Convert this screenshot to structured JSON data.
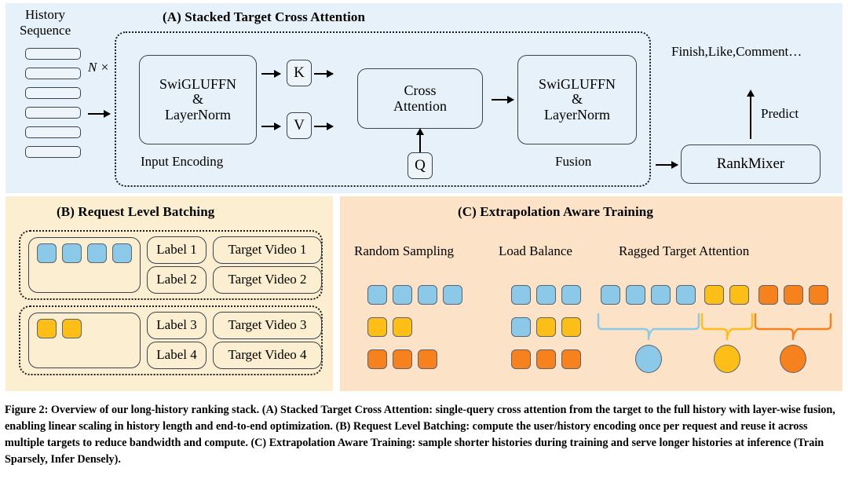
{
  "figure": {
    "caption": "Figure 2: Overview of our long-history ranking stack. (A) Stacked Target Cross Attention: single-query cross attention from the target to the full history with layer-wise fusion, enabling linear scaling in history length and end-to-end optimization. (B) Request Level Batching: compute the user/history encoding once per request and reuse it across multiple targets to reduce bandwidth and compute. (C) Extrapolation Aware Training: sample shorter histories during training and serve longer histories at inference (Train Sparsely, Infer Densely)."
  },
  "colors": {
    "panel_a_bg": "#e6f1f9",
    "panel_b_bg": "#fcefd1",
    "panel_c_bg": "#fce2c7",
    "blue": "#8cc8e7",
    "yellow": "#fdbe18",
    "orange": "#f7821d",
    "stroke": "#3a4450"
  },
  "panel_a": {
    "title": "(A) Stacked Target Cross Attention",
    "history_label_line1": "History",
    "history_label_line2": "Sequence",
    "history_bars": 6,
    "repeat_label": "N ×",
    "input_encoding": {
      "box_line1": "SwiGLUFFN",
      "box_line2": "&",
      "box_line3": "LayerNorm",
      "group_label": "Input Encoding"
    },
    "k_box": "K",
    "v_box": "V",
    "cross_attention": {
      "line1": "Cross",
      "line2": "Attention"
    },
    "q_box": "Q",
    "fusion": {
      "box_line1": "SwiGLUFFN",
      "box_line2": "&",
      "box_line3": "LayerNorm",
      "group_label": "Fusion"
    },
    "rankmixer": "RankMixer",
    "predict_label": "Predict",
    "outputs": "Finish,Like,Comment…"
  },
  "panel_b": {
    "title": "(B) Request Level Batching",
    "groups": [
      {
        "history_squares": [
          {
            "color": "blue"
          },
          {
            "color": "blue"
          },
          {
            "color": "blue"
          },
          {
            "color": "blue"
          }
        ],
        "rows": [
          {
            "label": "Label 1",
            "target": "Target Video 1"
          },
          {
            "label": "Label 2",
            "target": "Target Video 2"
          }
        ]
      },
      {
        "history_squares": [
          {
            "color": "yellow"
          },
          {
            "color": "yellow"
          }
        ],
        "rows": [
          {
            "label": "Label 3",
            "target": "Target Video 3"
          },
          {
            "label": "Label 4",
            "target": "Target Video 4"
          }
        ]
      }
    ]
  },
  "panel_c": {
    "title": "(C) Extrapolation Aware Training",
    "columns": [
      {
        "header": "Random Sampling",
        "rows": [
          [
            "blue",
            "blue",
            "blue",
            "blue"
          ],
          [
            "yellow",
            "yellow"
          ],
          [
            "orange",
            "orange",
            "orange"
          ]
        ]
      },
      {
        "header": "Load Balance",
        "rows": [
          [
            "blue",
            "blue",
            "blue"
          ],
          [
            "blue",
            "yellow",
            "yellow"
          ],
          [
            "orange",
            "orange",
            "orange"
          ]
        ]
      },
      {
        "header": "Ragged Target Attention",
        "sequence": [
          {
            "color": "blue",
            "count": 4
          },
          {
            "color": "yellow",
            "count": 2
          },
          {
            "color": "orange",
            "count": 3
          }
        ],
        "targets": [
          "blue",
          "yellow",
          "orange"
        ]
      }
    ]
  }
}
